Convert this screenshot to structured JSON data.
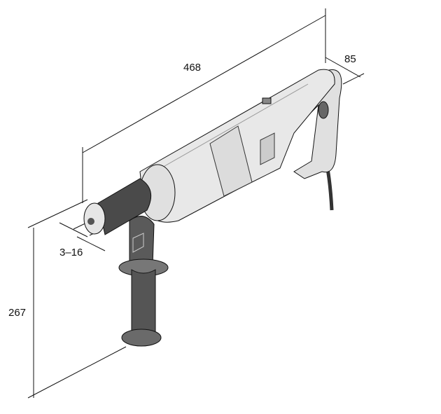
{
  "dimensions": {
    "length": "468",
    "width": "85",
    "chuck_range": "3–16",
    "height": "267"
  },
  "colors": {
    "body": "#e6e6e6",
    "dark": "#555555",
    "line": "#111111"
  }
}
